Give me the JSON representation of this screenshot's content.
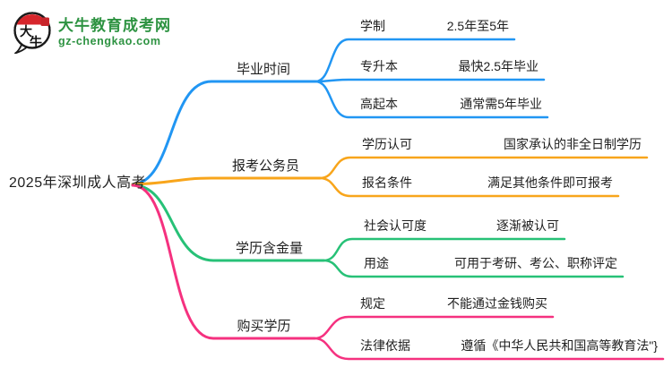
{
  "site": {
    "logo_icon": "speech-bubble-dainiu-icon",
    "logo_mark_char_top": "大",
    "logo_mark_char_bottom": "牛",
    "title": "大牛教育成考网",
    "domain": "gz-chengkao.com"
  },
  "colors": {
    "branch1": "#2196F3",
    "branch2": "#F8A51B",
    "branch3": "#27C177",
    "branch4": "#F5317F",
    "logo-green": "#2E9342",
    "seal-red": "#D42B26"
  },
  "mindmap": {
    "root": "2025年深圳成人高考",
    "branches": [
      {
        "label": "毕业时间",
        "color": "#2196F3",
        "children": [
          {
            "label": "学制",
            "value": "2.5年至5年"
          },
          {
            "label": "专升本",
            "value": "最快2.5年毕业"
          },
          {
            "label": "高起本",
            "value": "通常需5年毕业"
          }
        ]
      },
      {
        "label": "报考公务员",
        "color": "#F8A51B",
        "children": [
          {
            "label": "学历认可",
            "value": "国家承认的非全日制学历"
          },
          {
            "label": "报名条件",
            "value": "满足其他条件即可报考"
          }
        ]
      },
      {
        "label": "学历含金量",
        "color": "#27C177",
        "children": [
          {
            "label": "社会认可度",
            "value": "逐渐被认可"
          },
          {
            "label": "用途",
            "value": "可用于考研、考公、职称评定"
          }
        ]
      },
      {
        "label": "购买学历",
        "color": "#F5317F",
        "children": [
          {
            "label": "规定",
            "value": "不能通过金钱购买"
          },
          {
            "label": "法律依据",
            "value": "遵循《中华人民共和国高等教育法\"}"
          }
        ]
      }
    ]
  }
}
